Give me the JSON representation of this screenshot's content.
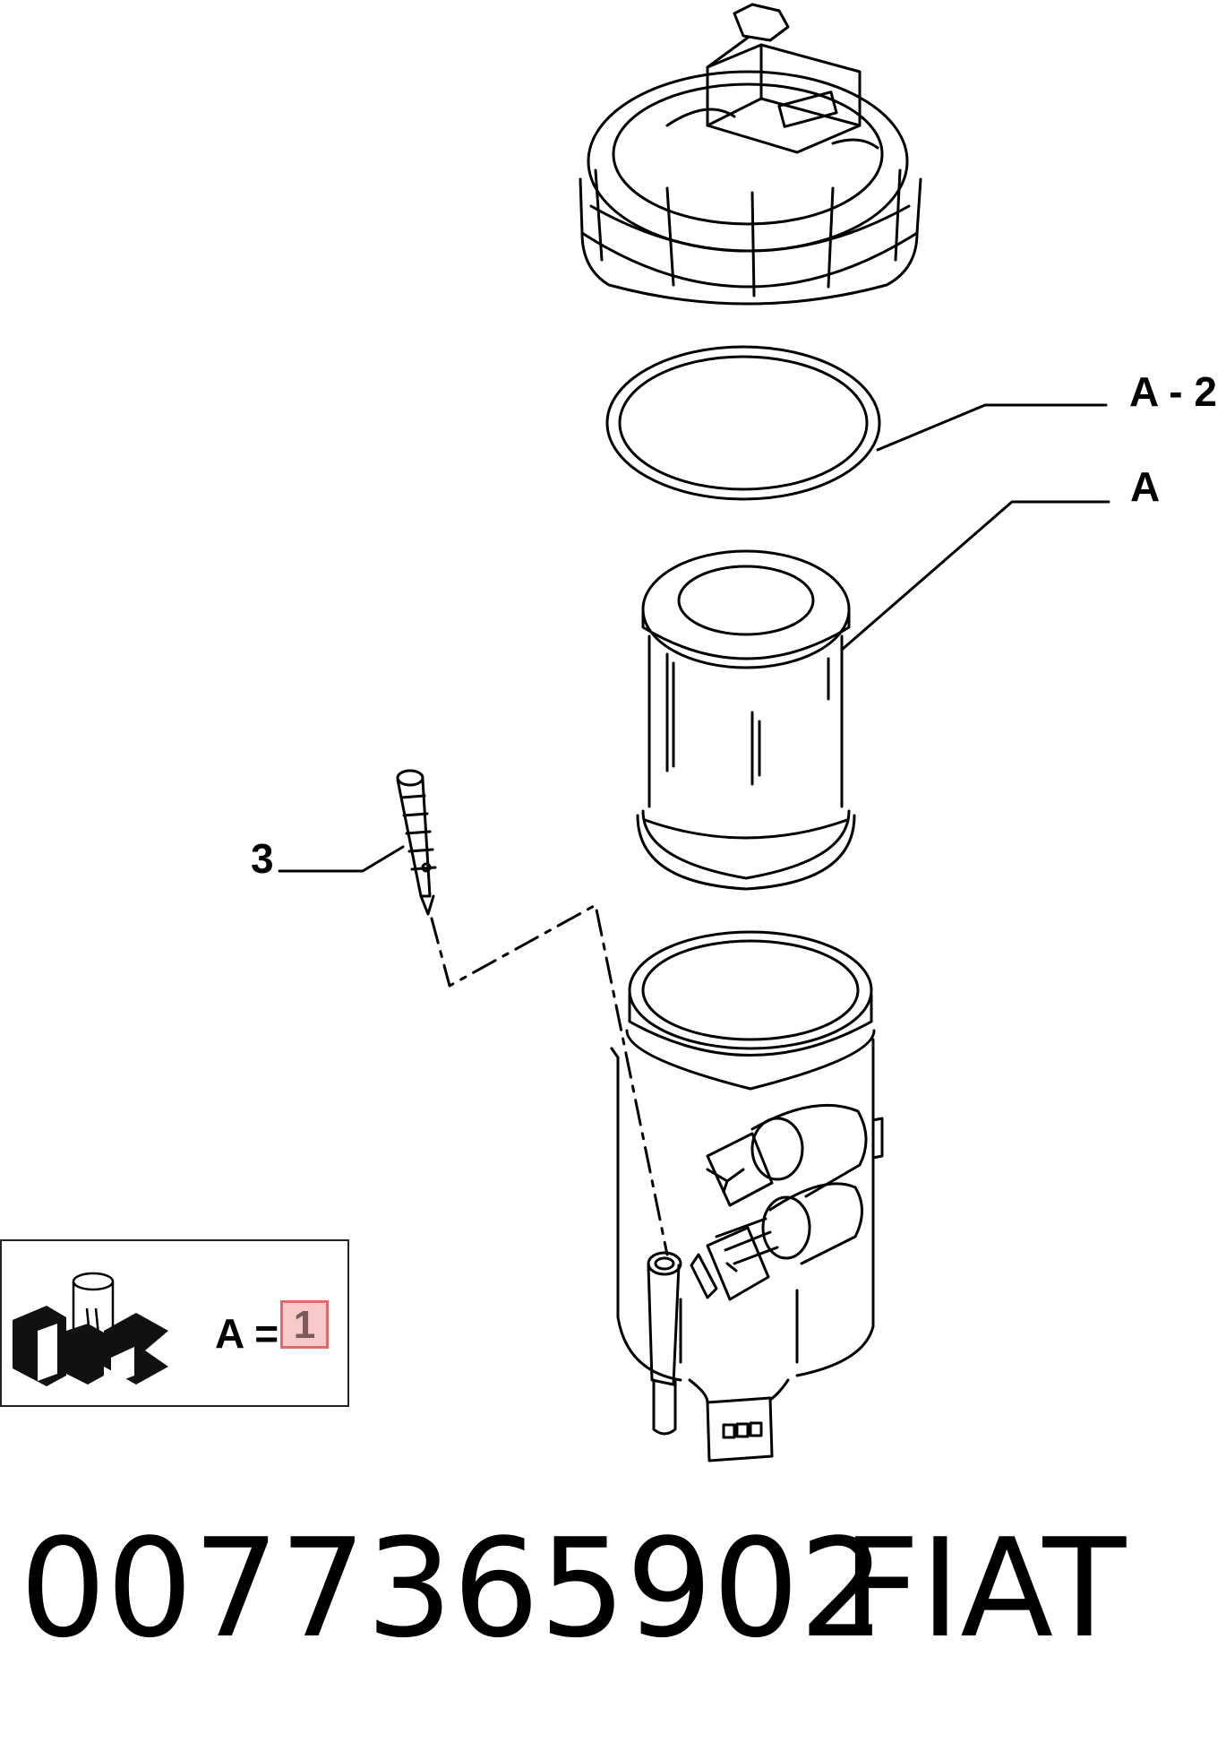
{
  "callouts": {
    "seal": "A - 2",
    "filter": "A",
    "screw": "3"
  },
  "legend": {
    "equation": "A = ",
    "quantity": "1",
    "logo_icon": "fiat-parts-logo-icon"
  },
  "footer": {
    "part_number": "0077365902",
    "brand": "FIAT"
  },
  "colors": {
    "line": "#000000",
    "highlight_fill": "#f7c9c9",
    "highlight_border": "#e06a6a"
  }
}
